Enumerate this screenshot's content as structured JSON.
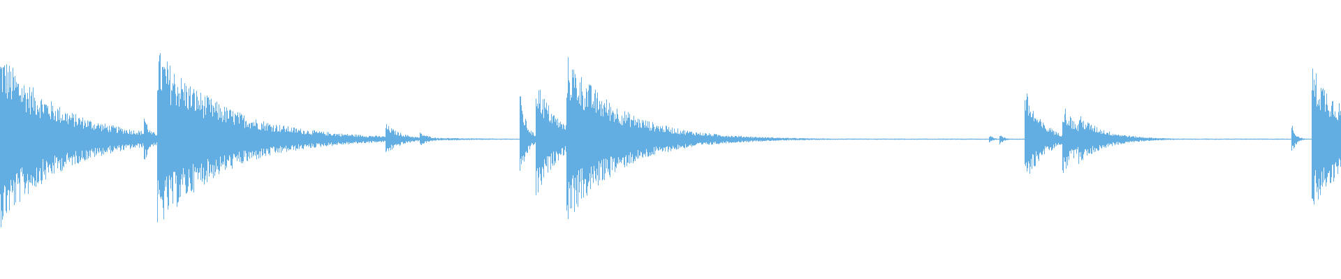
{
  "waveform": {
    "color": "#62ade2",
    "background": "#ffffff",
    "bursts": [
      {
        "t": 0.0,
        "amp": 0.64,
        "decay": 0.045
      },
      {
        "t": 0.107,
        "amp": 0.22,
        "decay": 0.004
      },
      {
        "t": 0.117,
        "amp": 0.66,
        "decay": 0.05
      },
      {
        "t": 0.13,
        "amp": 0.25,
        "decay": 0.02
      },
      {
        "t": 0.145,
        "amp": 0.18,
        "decay": 0.02
      },
      {
        "t": 0.23,
        "amp": 0.03,
        "decay": 0.003
      },
      {
        "t": 0.245,
        "amp": 0.05,
        "decay": 0.003
      },
      {
        "t": 0.287,
        "amp": 0.12,
        "decay": 0.012
      },
      {
        "t": 0.313,
        "amp": 0.05,
        "decay": 0.008
      },
      {
        "t": 0.387,
        "amp": 0.38,
        "decay": 0.005
      },
      {
        "t": 0.399,
        "amp": 0.48,
        "decay": 0.015
      },
      {
        "t": 0.422,
        "amp": 0.62,
        "decay": 0.04
      },
      {
        "t": 0.493,
        "amp": 0.06,
        "decay": 0.004
      },
      {
        "t": 0.557,
        "amp": 0.03,
        "decay": 0.003
      },
      {
        "t": 0.737,
        "amp": 0.04,
        "decay": 0.003
      },
      {
        "t": 0.745,
        "amp": 0.05,
        "decay": 0.003
      },
      {
        "t": 0.764,
        "amp": 0.38,
        "decay": 0.012
      },
      {
        "t": 0.783,
        "amp": 0.12,
        "decay": 0.005
      },
      {
        "t": 0.792,
        "amp": 0.28,
        "decay": 0.012
      },
      {
        "t": 0.804,
        "amp": 0.18,
        "decay": 0.02
      },
      {
        "t": 0.963,
        "amp": 0.12,
        "decay": 0.003
      },
      {
        "t": 0.978,
        "amp": 0.54,
        "decay": 0.03
      }
    ]
  }
}
